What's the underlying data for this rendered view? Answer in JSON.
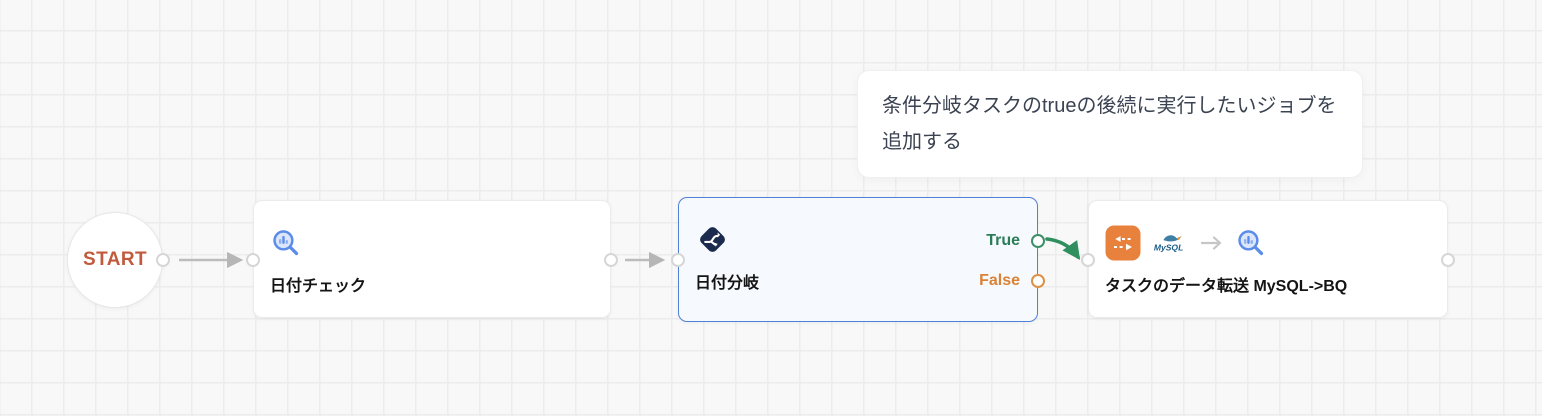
{
  "app": {
    "view": "workflow-editor-canvas"
  },
  "note": {
    "text": "条件分岐タスクのtrueの後続に実行したいジョブを追加する"
  },
  "start": {
    "label": "START",
    "text_color": "#c25a3d"
  },
  "nodes": {
    "date_check": {
      "label": "日付チェック",
      "icon": "bigquery-search-icon"
    },
    "date_branch": {
      "label": "日付分岐",
      "icon": "branch-split-icon",
      "selected": true,
      "outputs": {
        "true": {
          "label": "True",
          "color": "#2b7d58"
        },
        "false": {
          "label": "False",
          "color": "#da8334"
        }
      }
    },
    "transfer": {
      "label": "タスクのデータ転送 MySQL->BQ",
      "icons": [
        "data-transfer-icon",
        "mysql-logo",
        "arrow-right-icon",
        "bigquery-search-icon"
      ],
      "mysql_logo_text": "MySQL"
    }
  },
  "edges": [
    {
      "from": "start",
      "to": "date_check",
      "color": "#bcbcbc"
    },
    {
      "from": "date_check",
      "to": "date_branch",
      "color": "#bcbcbc"
    },
    {
      "from": "date_branch.true",
      "to": "transfer",
      "color": "#2f8f5f"
    }
  ],
  "colors": {
    "canvas_bg": "#f8f8f8",
    "grid_line": "#ececec",
    "selected_border": "#4f81d8",
    "bigquery_blue": "#5b8ce9",
    "branch_icon_bg": "#1b2b4d",
    "transfer_icon_bg": "#e8813c",
    "true_green": "#2b7d58",
    "false_orange": "#da8334",
    "edge_green": "#2f8f5f"
  }
}
